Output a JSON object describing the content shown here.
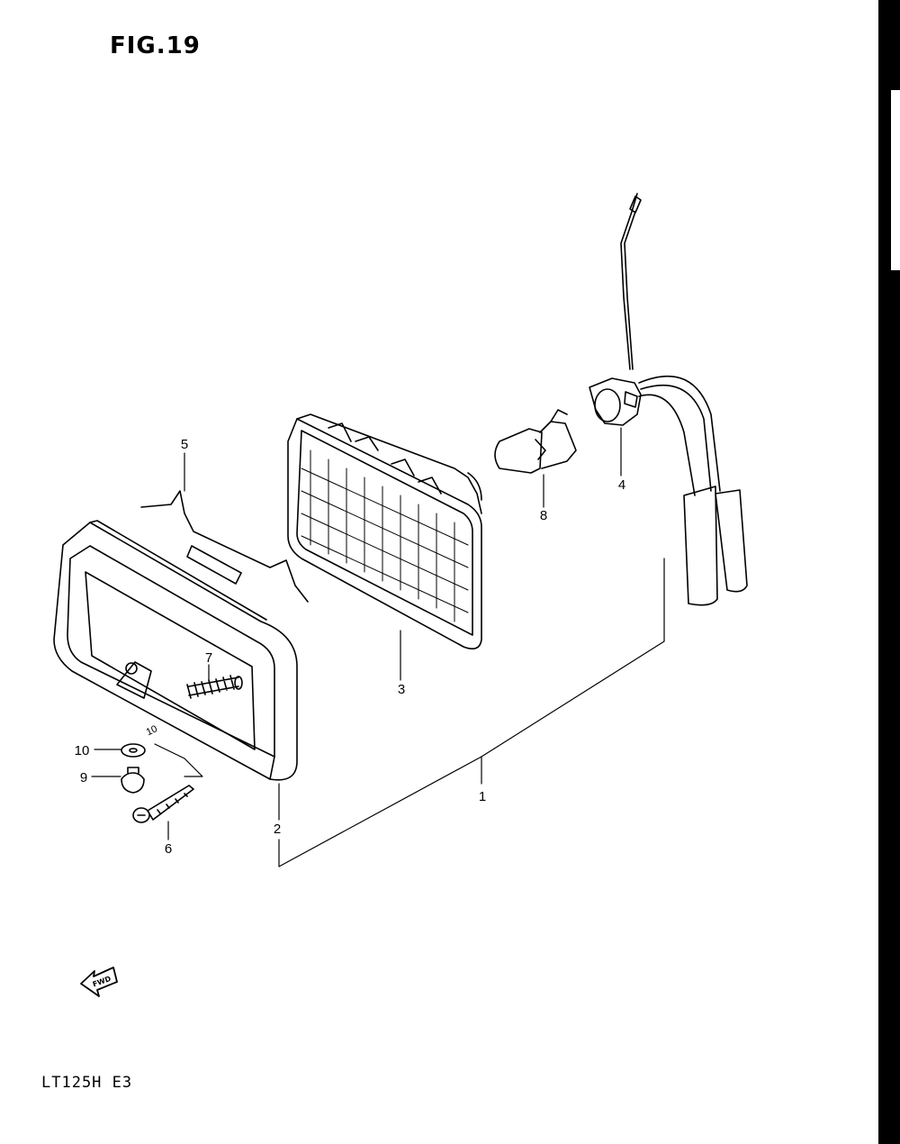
{
  "figure": {
    "title": "FIG.19"
  },
  "model_code": "LT125H E3",
  "fwd_label": "FWD",
  "callouts": [
    "1",
    "2",
    "3",
    "4",
    "5",
    "6",
    "7",
    "8",
    "9",
    "10"
  ]
}
